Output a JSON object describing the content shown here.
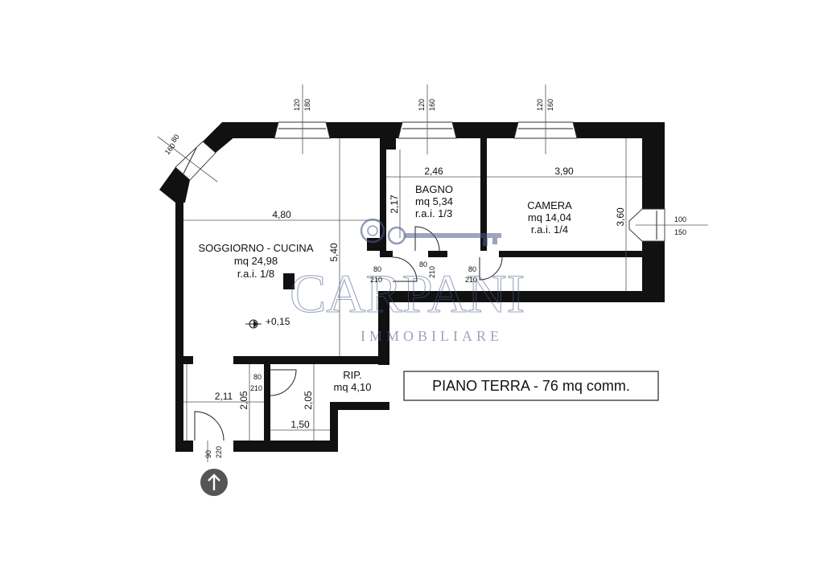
{
  "rooms": {
    "soggiorno": {
      "name": "SOGGIORNO - CUCINA",
      "area": "mq 24,98",
      "rai": "r.a.i. 1/8"
    },
    "bagno": {
      "name": "BAGNO",
      "area": "mq 5,34",
      "rai": "r.a.i. 1/3"
    },
    "camera": {
      "name": "CAMERA",
      "area": "mq 14,04",
      "rai": "r.a.i. 1/4"
    },
    "rip": {
      "name": "RIP.",
      "area": "mq 4,10"
    }
  },
  "dimensions": {
    "soggiorno_width": "4,80",
    "soggiorno_depth": "5,40",
    "bagno_width": "2,46",
    "bagno_depth": "2,17",
    "camera_width": "3,90",
    "camera_depth": "3,60",
    "ingresso_width": "2,11",
    "ingresso_depth": "2,05",
    "rip_depth": "2,05",
    "rip_width": "1,50"
  },
  "openings": {
    "win_living": {
      "w": "120",
      "h": "180"
    },
    "win_bagno": {
      "w": "120",
      "h": "160"
    },
    "win_camera": {
      "w": "120",
      "h": "160"
    },
    "win_corner": {
      "w": "80",
      "h": "160"
    },
    "win_side": {
      "w": "100",
      "h": "150"
    },
    "door_living": {
      "w": "80",
      "h": "210"
    },
    "door_bagno": {
      "w": "80",
      "h": "210"
    },
    "door_camera": {
      "w": "80",
      "h": "210"
    },
    "door_rip": {
      "w": "80",
      "h": "210"
    },
    "door_entry": {
      "w": "90",
      "h": "220"
    }
  },
  "level_mark": "+0,15",
  "title": "PIANO TERRA - 76 mq comm.",
  "watermark": {
    "brand": "CARPANI",
    "sub": "IMMOBILIARE"
  },
  "north_arrow_icon": "arrow-up-icon"
}
